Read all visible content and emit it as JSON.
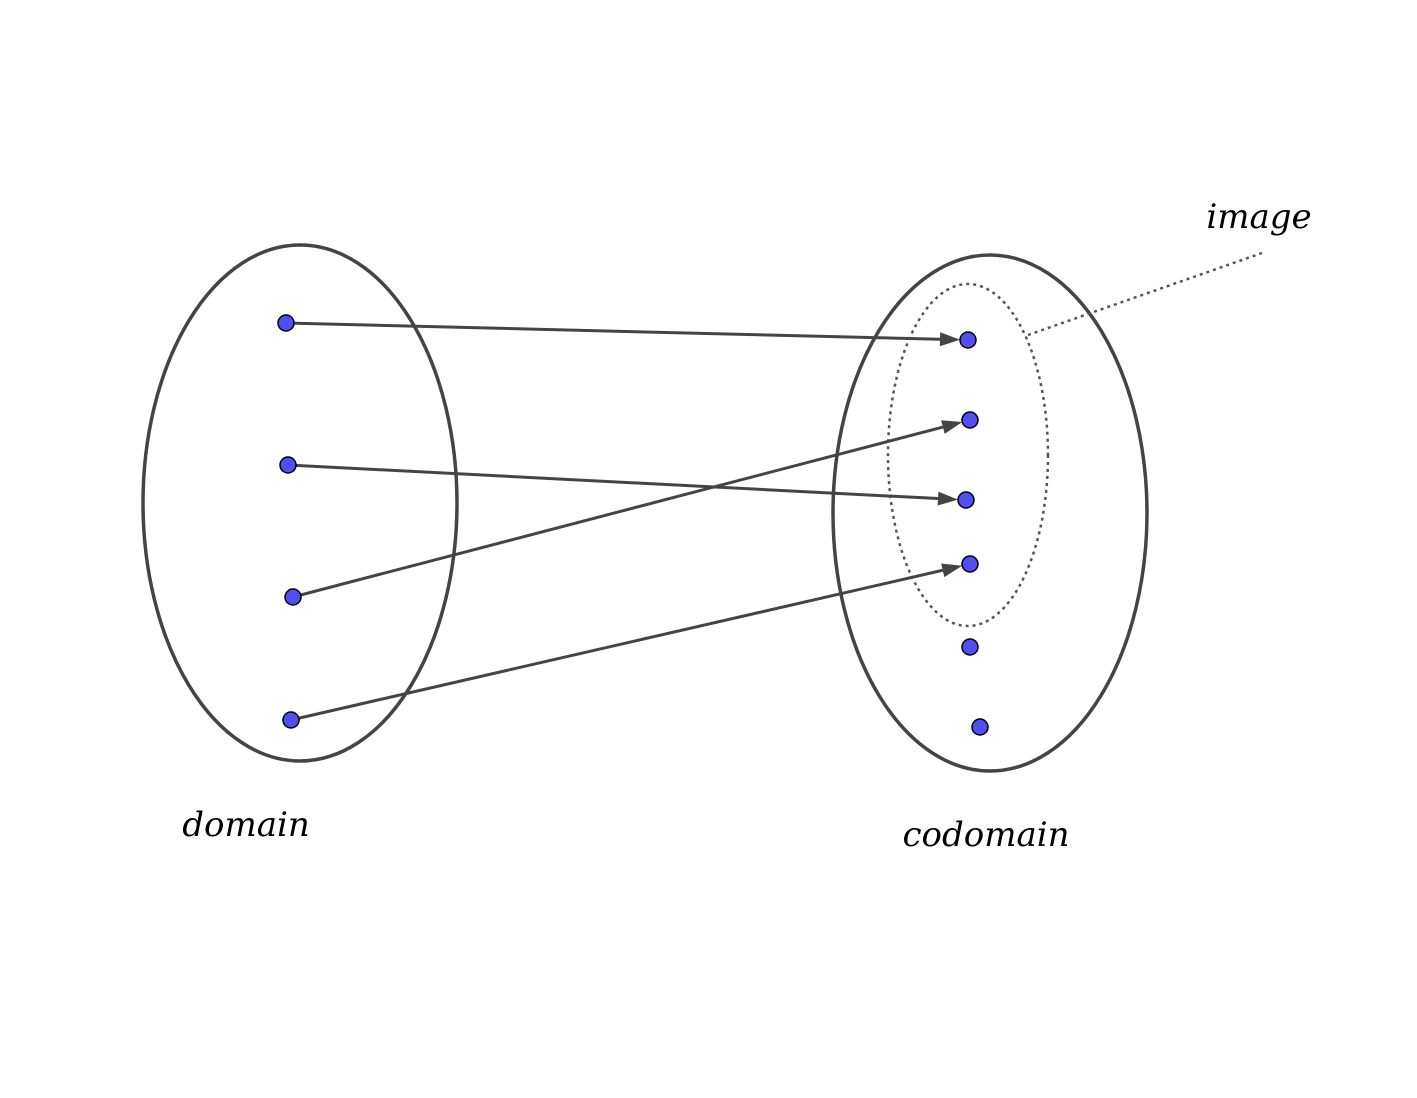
{
  "labels": {
    "domain": "domain",
    "codomain": "codomain",
    "image": "image"
  },
  "colors": {
    "point_fill": "#4f4ff5",
    "outline": "#444444"
  },
  "mapping": [
    {
      "from": "d1",
      "to": "c1"
    },
    {
      "from": "d2",
      "to": "c3"
    },
    {
      "from": "d3",
      "to": "c2"
    },
    {
      "from": "d4",
      "to": "c4"
    }
  ],
  "domain_points": [
    "d1",
    "d2",
    "d3",
    "d4"
  ],
  "codomain_points": [
    "c1",
    "c2",
    "c3",
    "c4",
    "c5",
    "c6"
  ],
  "image_points": [
    "c1",
    "c2",
    "c3",
    "c4"
  ]
}
